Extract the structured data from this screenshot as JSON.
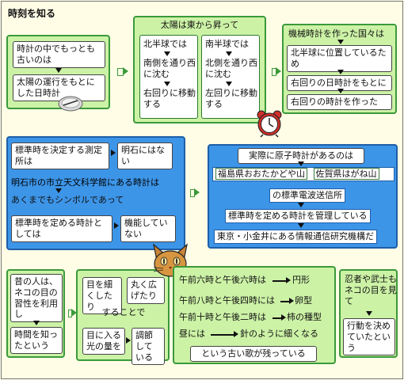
{
  "title": "時刻を知る",
  "box1": {
    "line1": "時計の中でもっとも古いのは",
    "line2": "太陽の運行をもとにした日時計"
  },
  "box2": {
    "header": "太陽は東から昇って",
    "north_title": "北半球では",
    "north_mid": "南側を通り西に沈む",
    "north_bottom": "右回りに移動する",
    "south_title": "南半球では",
    "south_mid": "北側を通り西に沈む",
    "south_bottom": "左回りに移動する"
  },
  "box3": {
    "line1": "機械時計を作った国々は",
    "line2": "北半球に位置しているため",
    "line3": "右回りの日時計をもとに",
    "line4": "右回りの時計を作った"
  },
  "box4": {
    "part1": "標準時を決定する測定所は",
    "part1_answer": "明石にはない",
    "line2": "明石市の市立天文科学館にある時計は",
    "line3": "あくまでもシンボルであって",
    "part4": "標準時を定める時計としては",
    "part4_answer": "機能していない"
  },
  "box5": {
    "header": "実際に原子時計があるのは",
    "station1": "福島県おおたかどや山",
    "station2": "佐賀県はがね山",
    "line3": "の標準電波送信所",
    "line4": "標準時を定める時計を管理している",
    "line5": "東京・小金井にある情報通信研究機構だ"
  },
  "box6": {
    "line1": "昔の人は、ネコの目の習性を利用し",
    "line2": "時間を知ったという"
  },
  "box7": {
    "opt1": "目を細くしたり",
    "opt2": "丸く広げたり",
    "mid": "することで",
    "bottom_left": "目に入る光の量を",
    "bottom_right": "調節している"
  },
  "box8": {
    "rows": [
      {
        "text": "午前六時と午後六時は",
        "result": "円形"
      },
      {
        "text": "午前八時と午後四時には",
        "result": "卵型"
      },
      {
        "text": "午前十時と午後二時は",
        "result": "柿の種型"
      },
      {
        "text": "昼には",
        "result": "針のように細くなる"
      }
    ],
    "footer": "という古い歌が残っている"
  },
  "box9": {
    "line1": "忍者や武士もネコの目を見て",
    "line2": "行動を決めていたという"
  },
  "colors": {
    "green_fill": "#ccf2a6",
    "green_border": "#3a9a3a",
    "blue_fill": "#3d95e8",
    "blue_border": "#1e5fa8",
    "background": "#fffde6"
  },
  "icons": {
    "compass": "compass-icon",
    "clock": "alarm-clock-icon",
    "cat": "cat-face-icon"
  }
}
